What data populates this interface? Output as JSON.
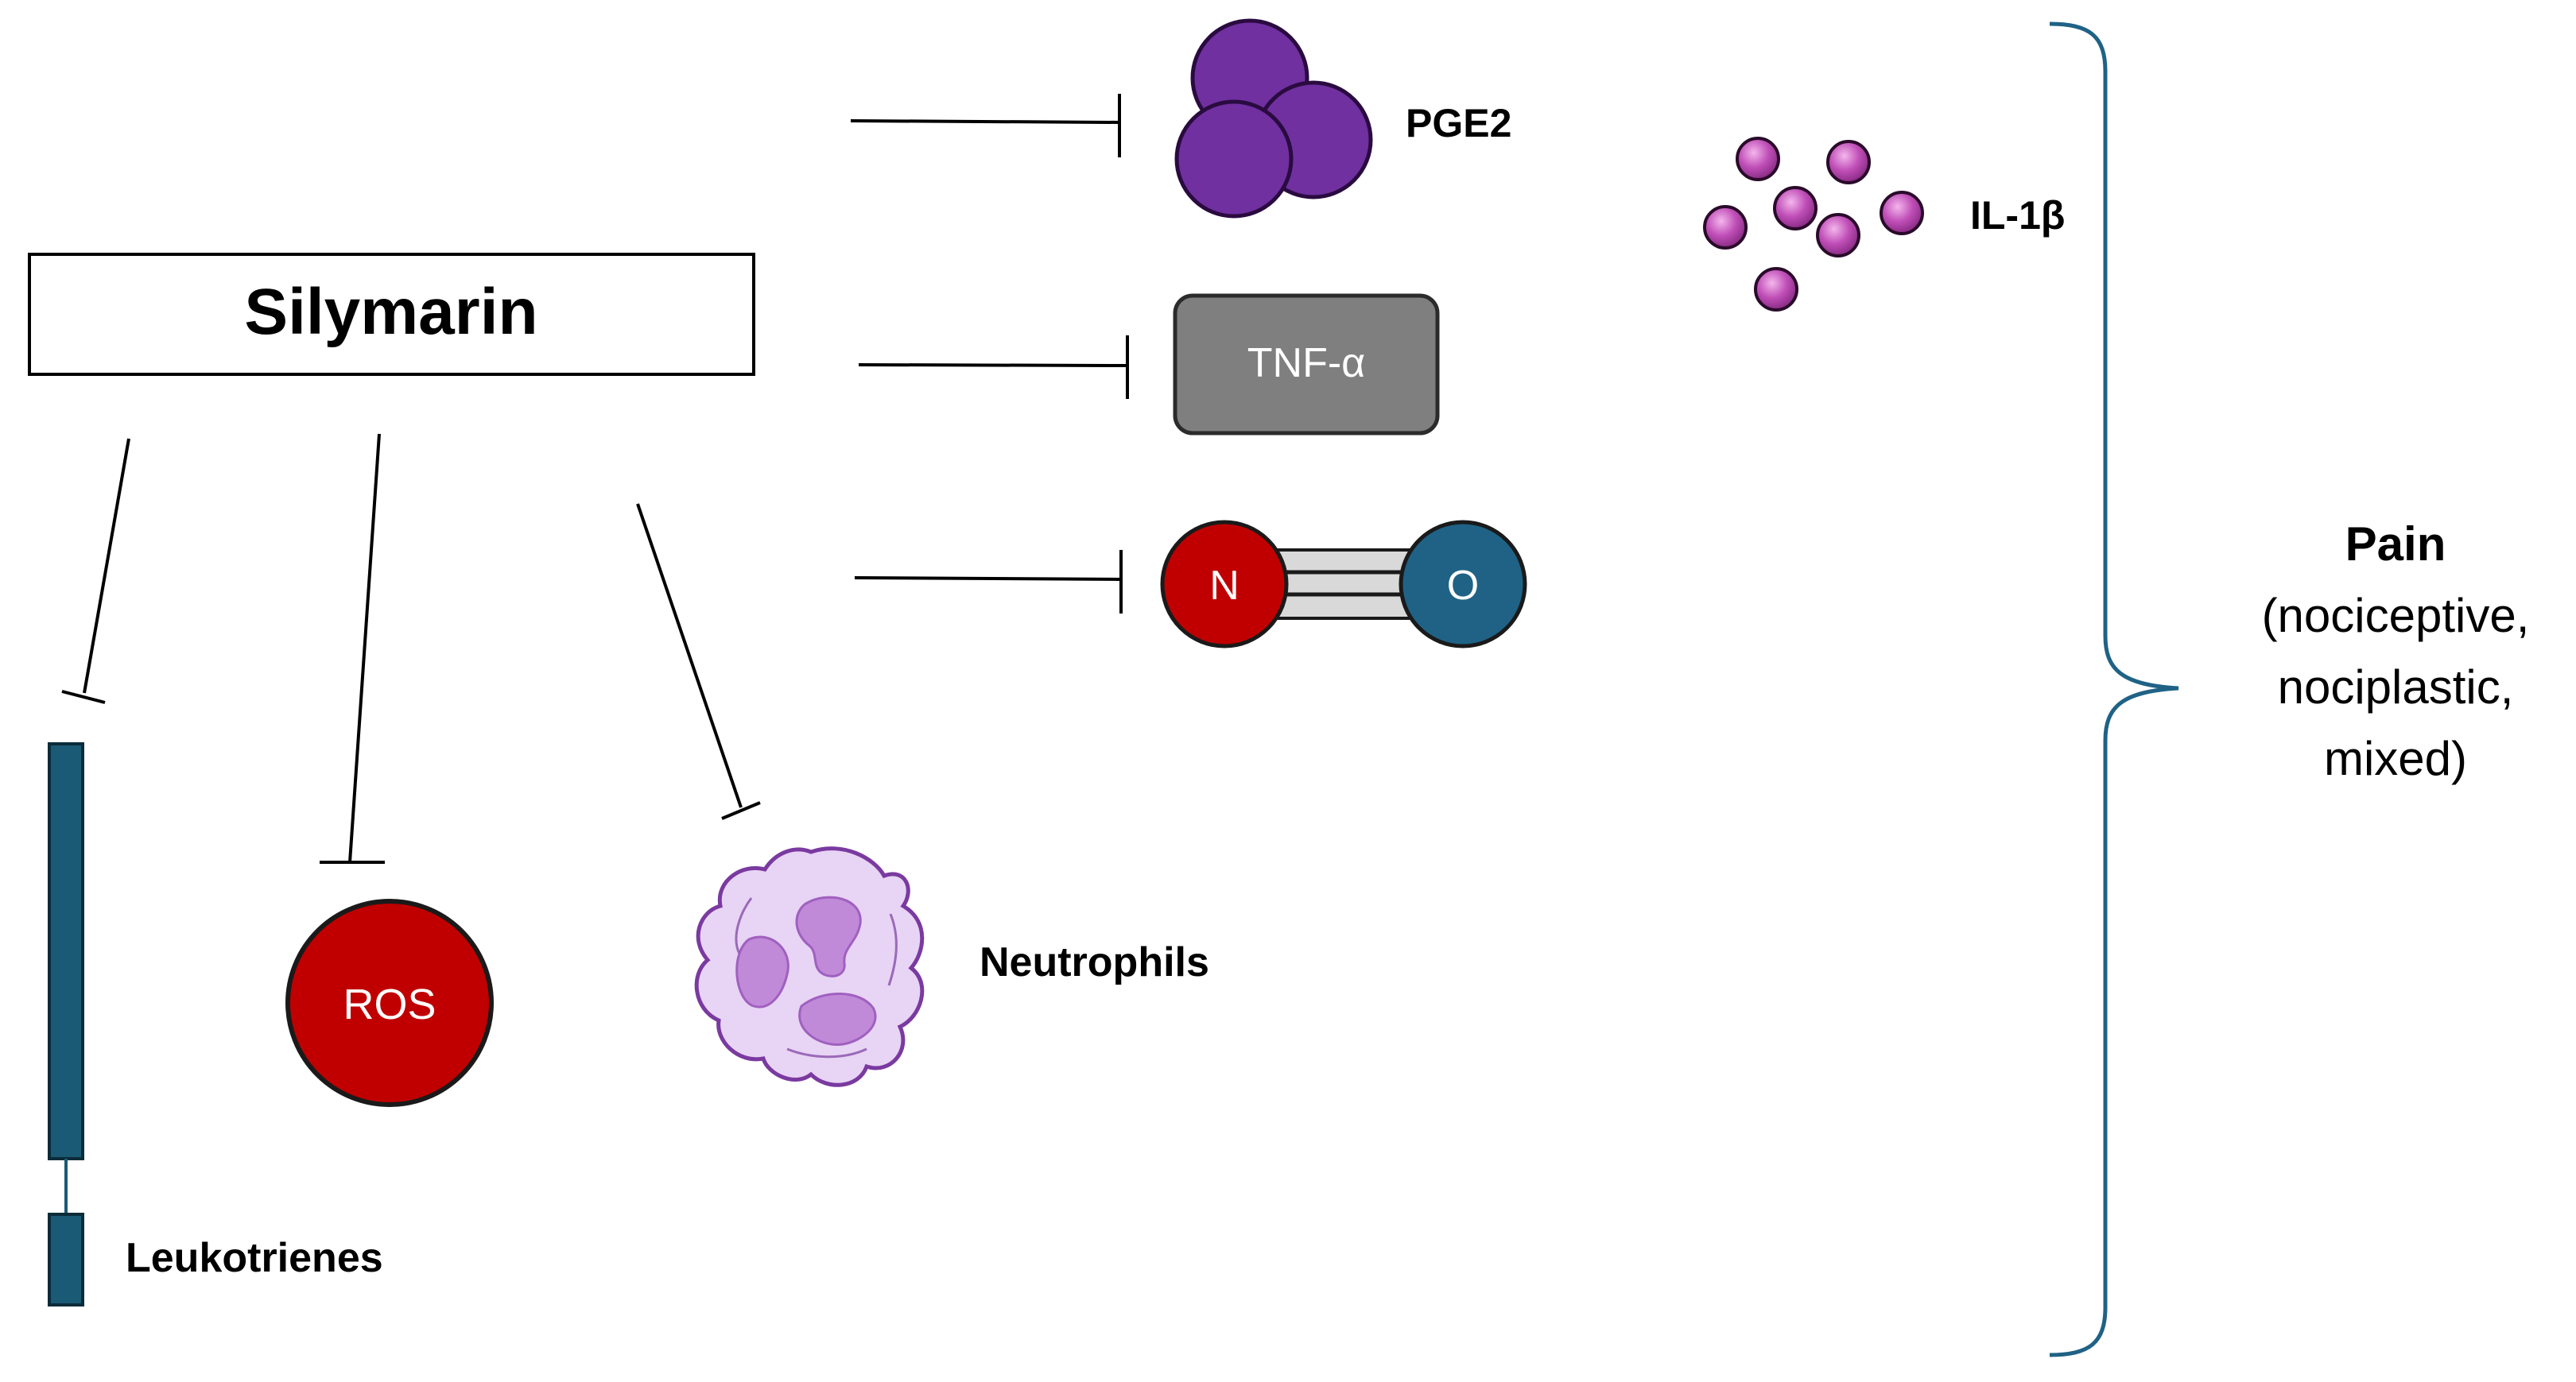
{
  "source": {
    "label": "Silymarin"
  },
  "inhibited_targets": [
    {
      "key": "pge2",
      "label": "PGE2"
    },
    {
      "key": "tnf",
      "label": "TNF-α"
    },
    {
      "key": "no_n",
      "label": "N"
    },
    {
      "key": "no_o",
      "label": "O"
    },
    {
      "key": "leukotrienes",
      "label": "Leukotrienes"
    },
    {
      "key": "ros",
      "label": "ROS"
    },
    {
      "key": "neutrophils",
      "label": "Neutrophils"
    }
  ],
  "il1b": {
    "label": "IL-1β"
  },
  "outcome": {
    "title": "Pain",
    "line1": "(nociceptive,",
    "line2": "nociplastic,",
    "line3": "mixed)"
  },
  "colors": {
    "pge2": "#7030a0",
    "tnf": "#7f7f7f",
    "nitrogen": "#c00000",
    "oxygen": "#1f6286",
    "teal": "#1a5a75",
    "il1b": "#c04fb8",
    "neutrophil_cell": "#e8d4f5",
    "neutrophil_nucleus": "#c08ad8",
    "brace": "#1f6286"
  }
}
